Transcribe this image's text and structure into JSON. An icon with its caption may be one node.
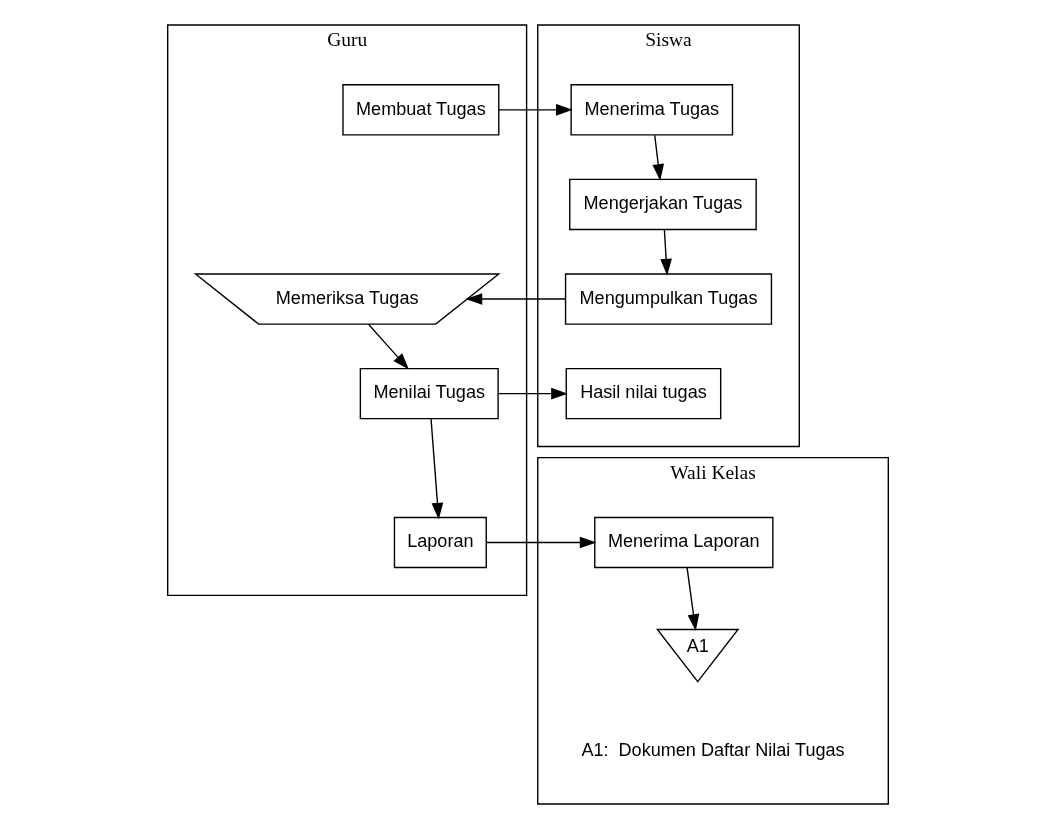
{
  "diagram": {
    "nodes": [
      {
        "text": [
          "Guru"
        ]
      },
      {
        "text": [
          "Siswa"
        ]
      },
      {
        "text": [
          "Wali Kelas"
        ]
      },
      {
        "text": [
          "Membuat Tugas"
        ],
        "in": 0
      },
      {
        "text": [
          "Menerima Tugas"
        ],
        "in": 1
      },
      {
        "text": [
          "Mengerjakan Tugas"
        ],
        "in": 1
      },
      {
        "text": [
          "Mengumpulkan Tugas"
        ],
        "in": 1
      },
      {
        "text": [
          "Memeriksa Tugas"
        ],
        "in": 0
      },
      {
        "text": [
          "Menilai Tugas"
        ],
        "in": 0
      },
      {
        "text": [
          "Hasil nilai tugas"
        ],
        "in": 1
      },
      {
        "text": [
          "Laporan"
        ],
        "in": 0
      },
      {
        "text": [
          "Menerima Laporan"
        ],
        "in": 2
      },
      {
        "text": [
          "A1"
        ],
        "in": 2,
        "beside": [
          "A1:  Dokumen Daftar Nilai Tugas"
        ]
      }
    ],
    "edges": [
      {
        "from": 3,
        "to": 4,
        "arrow": "to"
      },
      {
        "from": 4,
        "to": 5,
        "arrow": "to"
      },
      {
        "from": 5,
        "to": 6,
        "arrow": "to"
      },
      {
        "from": 6,
        "to": 7,
        "arrow": "to"
      },
      {
        "from": 7,
        "to": 8,
        "arrow": "to"
      },
      {
        "from": 8,
        "to": 9,
        "arrow": "to"
      },
      {
        "from": 8,
        "to": 10,
        "arrow": "to"
      },
      {
        "from": 10,
        "to": 11,
        "arrow": "to"
      },
      {
        "from": 11,
        "to": 12,
        "arrow": "to"
      }
    ]
  }
}
